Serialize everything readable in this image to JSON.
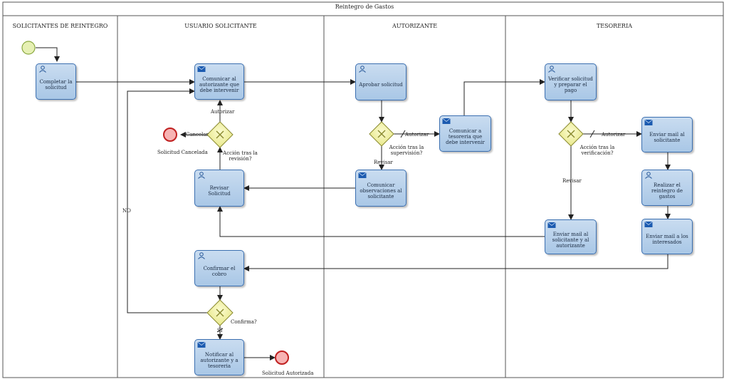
{
  "pool": {
    "title": "Reintegro de Gastos"
  },
  "lanes": [
    {
      "id": "solicitantes",
      "title": "SOLICITANTES DE REINTEGRO"
    },
    {
      "id": "usuario",
      "title": "USUARIO SOLICITANTE"
    },
    {
      "id": "autorizante",
      "title": "AUTORIZANTE"
    },
    {
      "id": "tesoreria",
      "title": "TESORERIA"
    }
  ],
  "tasks": {
    "completar": {
      "label": "Completar la solicitud",
      "icon": "user-icon"
    },
    "comunicar_autorizante": {
      "label": "Comunicar al autorizante que debe intervenir",
      "icon": "mail-icon"
    },
    "revisar": {
      "label": "Revisar Solicitud",
      "icon": "user-icon"
    },
    "confirmar_cobro": {
      "label": "Confirmar el cobro",
      "icon": "user-icon"
    },
    "notificar": {
      "label": "Notificar al autorizante y a tesoreria",
      "icon": "mail-icon"
    },
    "aprobar": {
      "label": "Aprobar solicitud",
      "icon": "user-icon"
    },
    "comunicar_obs": {
      "label": "Comunicar observaciones al solicitante",
      "icon": "mail-icon"
    },
    "comunicar_tesoreria": {
      "label": "Comunicar a tesoreria que debe intervenir",
      "icon": "mail-icon"
    },
    "verificar": {
      "label": "Verificar solicitud y preparar el pago",
      "icon": "user-icon"
    },
    "mail_solicitante": {
      "label": "Enviar mail al solicitante",
      "icon": "mail-icon"
    },
    "reintegro": {
      "label": "Realizar el reintegro de gastos",
      "icon": "user-icon"
    },
    "mail_interesados": {
      "label": "Enviar mail a los interesados",
      "icon": "mail-icon"
    },
    "mail_sol_aut": {
      "label": "Enviar mail al solicitante y al autorizante",
      "icon": "mail-icon"
    }
  },
  "gateways": {
    "revision": "Acción tras la revisión?",
    "supervision": "Acción tras la supervisión?",
    "verificacion": "Acción tras la verificación?",
    "confirma": "Confirma?"
  },
  "events": {
    "cancelada": "Solicitud Cancelada",
    "autorizada": "Solicitud Autorizada"
  },
  "flow_labels": {
    "autorizar": "Autorizar",
    "cancelar": "Cancelar",
    "revisar": "Revisar",
    "no": "NO",
    "si": "SI"
  },
  "colors": {
    "task_border": "#3b6fb0",
    "task_fill": "#b5cfe9",
    "gateway_fill": "#f3f3a6",
    "start_fill": "#e6f0b4",
    "end_fill": "#f7b3b3"
  }
}
